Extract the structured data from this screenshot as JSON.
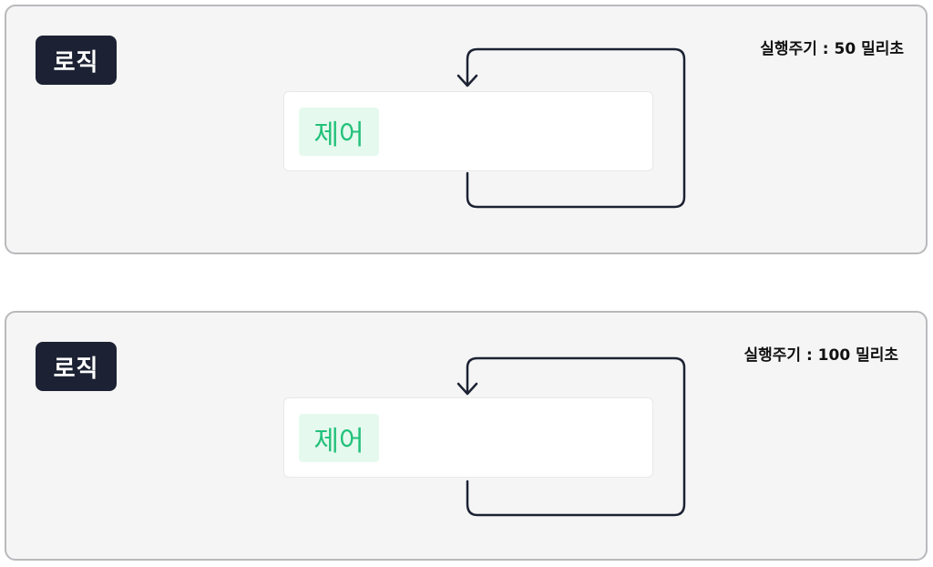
{
  "panels": [
    {
      "logic_label": "로직",
      "period_text": "실행주기 : 50 밀리초",
      "control_label": "제어"
    },
    {
      "logic_label": "로직",
      "period_text": "실행주기 : 100 밀리초",
      "control_label": "제어"
    }
  ],
  "colors": {
    "panel_bg": "#f5f5f5",
    "panel_border": "#b9b9bd",
    "badge_bg": "#1c2233",
    "control_text": "#22c17a",
    "control_bg": "#e6f9ee",
    "arrow": "#1c2233"
  },
  "icons": {
    "loop": "loop-arrow-icon"
  }
}
